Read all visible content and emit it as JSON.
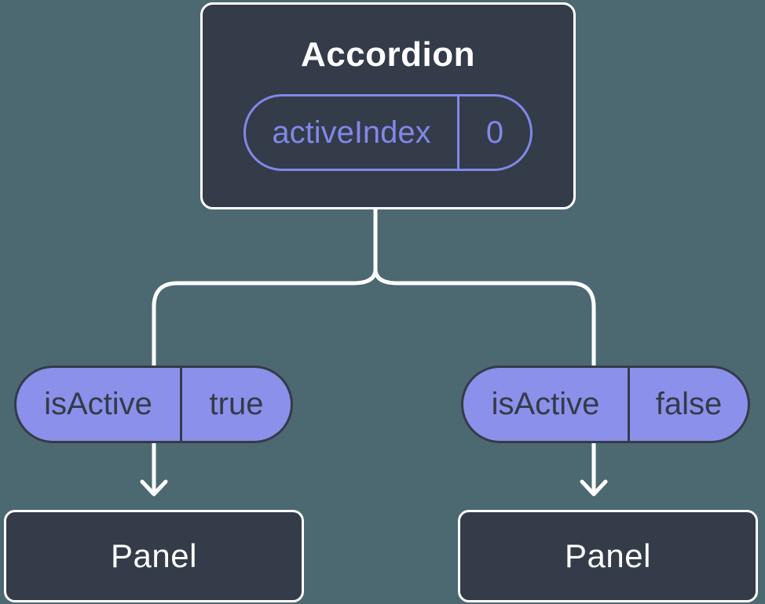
{
  "colors": {
    "background": "#4C6972",
    "node_fill": "#343B49",
    "pill_fill": "#8B90EA",
    "accent": "#8188E8",
    "line": "#FFFFFF"
  },
  "root": {
    "title": "Accordion",
    "state": {
      "label": "activeIndex",
      "value": "0"
    }
  },
  "children": [
    {
      "prop": {
        "label": "isActive",
        "value": "true"
      },
      "node": "Panel"
    },
    {
      "prop": {
        "label": "isActive",
        "value": "false"
      },
      "node": "Panel"
    }
  ]
}
